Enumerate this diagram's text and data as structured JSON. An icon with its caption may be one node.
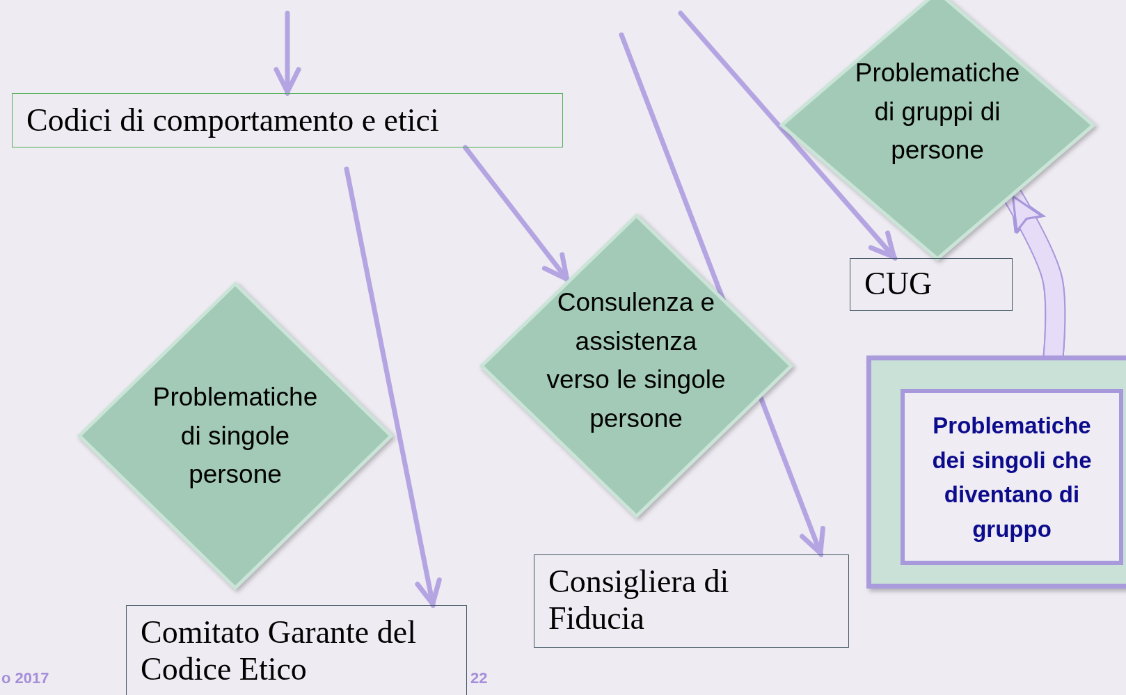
{
  "diagram": {
    "nodes": [
      {
        "text": [
          "Codici di comportamento e etici"
        ]
      },
      {
        "text": [
          "Problematiche di gruppi di persone"
        ]
      },
      {
        "text": [
          "CUG"
        ]
      },
      {
        "text": [
          "Consulenza e assistenza verso le singole persone"
        ]
      },
      {
        "text": [
          "Problematiche di singole persone"
        ]
      },
      {
        "text": [],
        "shape": "box"
      },
      {
        "text": [
          "Problematiche dei singoli che diventano di gruppo"
        ],
        "in": 5
      },
      {
        "text": [
          "Consigliera di Fiducia"
        ]
      },
      {
        "text": [
          "Comitato Garante del Codice Etico"
        ]
      }
    ],
    "edges": [
      {
        "from": null,
        "to": 0,
        "arrow": "to"
      },
      {
        "from": 0,
        "to": 3,
        "arrow": "to"
      },
      {
        "from": null,
        "to": 8,
        "arrow": "to"
      },
      {
        "from": null,
        "to": 7,
        "arrow": "to"
      },
      {
        "from": null,
        "to": 2,
        "arrow": "to"
      },
      {
        "from": 5,
        "to": 1,
        "arrow": "to",
        "style": "thick",
        "color": "#e6dcf7"
      }
    ],
    "labels": [
      "o 2017",
      "22"
    ]
  }
}
